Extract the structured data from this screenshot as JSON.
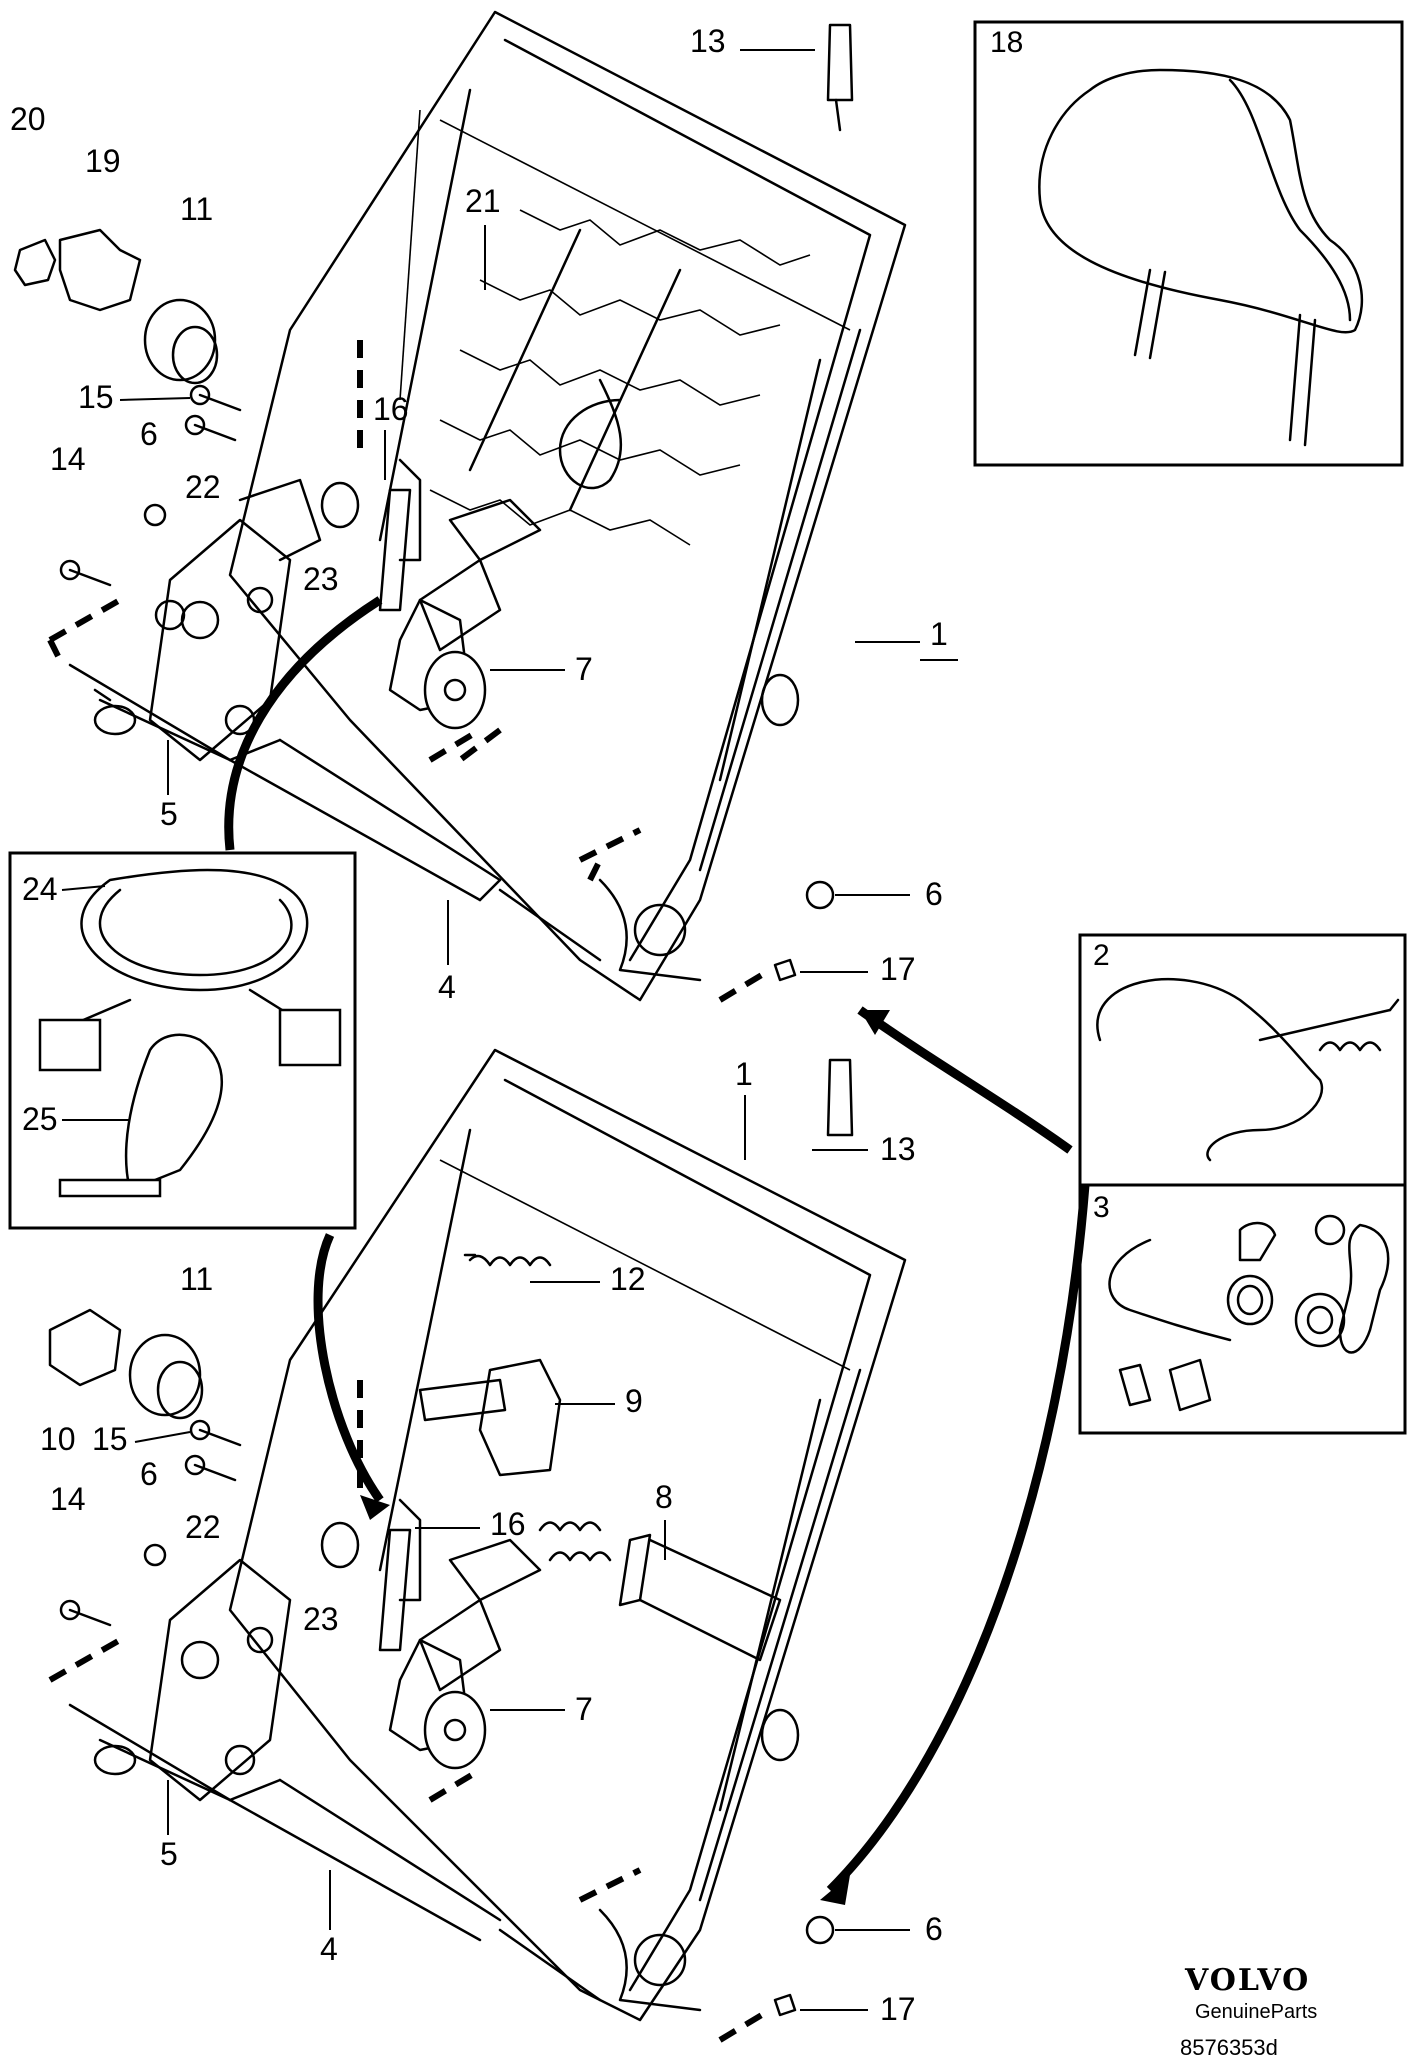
{
  "callouts": {
    "c1a": "1",
    "c1b": "1",
    "c4a": "4",
    "c4b": "4",
    "c5a": "5",
    "c5b": "5",
    "c6a": "6",
    "c6b": "6",
    "c6c": "6",
    "c6d": "6",
    "c7a": "7",
    "c7b": "7",
    "c8": "8",
    "c9": "9",
    "c10": "10",
    "c11a": "11",
    "c11b": "11",
    "c12": "12",
    "c13a": "13",
    "c13b": "13",
    "c14a": "14",
    "c14b": "14",
    "c15a": "15",
    "c15b": "15",
    "c16a": "16",
    "c16b": "16",
    "c17a": "17",
    "c17b": "17",
    "c19": "19",
    "c20": "20",
    "c21": "21",
    "c22a": "22",
    "c22b": "22",
    "c23a": "23",
    "c23b": "23",
    "c24": "24",
    "c25": "25"
  },
  "boxes": {
    "b18": "18",
    "b2": "2",
    "b3": "3"
  },
  "brand": {
    "logo": "VOLVO",
    "sub": "GenuineParts"
  },
  "doc_number": "8576353d"
}
